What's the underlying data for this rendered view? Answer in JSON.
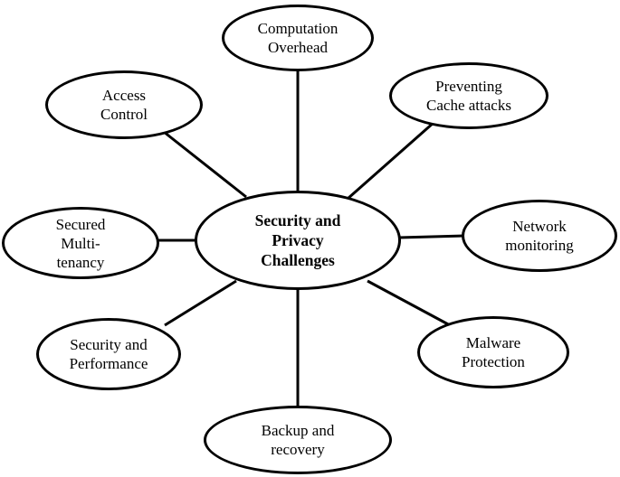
{
  "center": {
    "label": "Security and\nPrivacy\nChallenges"
  },
  "nodes": [
    {
      "id": "computation-overhead",
      "label": "Computation\nOverhead"
    },
    {
      "id": "preventing-cache-attacks",
      "label": "Preventing\nCache attacks"
    },
    {
      "id": "network-monitoring",
      "label": "Network\nmonitoring"
    },
    {
      "id": "malware-protection",
      "label": "Malware\nProtection"
    },
    {
      "id": "backup-and-recovery",
      "label": "Backup and\nrecovery"
    },
    {
      "id": "security-and-performance",
      "label": "Security and\nPerformance"
    },
    {
      "id": "secured-multi-tenancy",
      "label": "Secured\nMulti-\ntenancy"
    },
    {
      "id": "access-control",
      "label": "Access\nControl"
    }
  ]
}
